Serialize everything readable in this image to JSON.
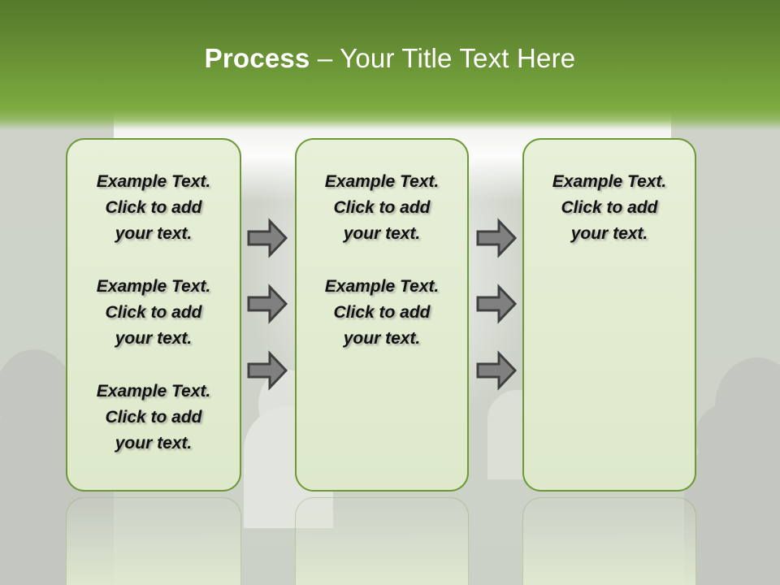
{
  "slide": {
    "title_bold": "Process",
    "title_rest": " – Your Title Text Here",
    "colors": {
      "header_dark": "#557a2c",
      "header_light": "#7eab42",
      "box_fill": "#e2ecd1",
      "box_border": "#6d9a36",
      "arrow_fill": "#808080",
      "arrow_stroke": "#404040",
      "background": "#cfd3cb",
      "title_text": "#ffffff",
      "body_text": "#111111"
    }
  },
  "boxes": [
    {
      "id": "box-1",
      "blocks": [
        "Example Text.\nClick  to add\nyour text.",
        "Example Text.\nClick  to add\nyour text.",
        "Example Text.\nClick  to add\nyour text."
      ]
    },
    {
      "id": "box-2",
      "blocks": [
        "Example Text.\nClick  to add\nyour text.",
        "Example Text.\nClick  to add\nyour text."
      ]
    },
    {
      "id": "box-3",
      "blocks": [
        "Example Text.\nClick  to add\nyour text."
      ]
    }
  ],
  "arrows": [
    {
      "name": "arrow-right-1-2-row1",
      "from": "box-1",
      "to": "box-2",
      "row": 1
    },
    {
      "name": "arrow-right-1-2-row2",
      "from": "box-1",
      "to": "box-2",
      "row": 2
    },
    {
      "name": "arrow-right-1-2-row3",
      "from": "box-1",
      "to": "box-2",
      "row": 3
    },
    {
      "name": "arrow-right-2-3-row1",
      "from": "box-2",
      "to": "box-3",
      "row": 1
    },
    {
      "name": "arrow-right-2-3-row2",
      "from": "box-2",
      "to": "box-3",
      "row": 2
    },
    {
      "name": "arrow-right-2-3-row3",
      "from": "box-2",
      "to": "box-3",
      "row": 3
    }
  ]
}
